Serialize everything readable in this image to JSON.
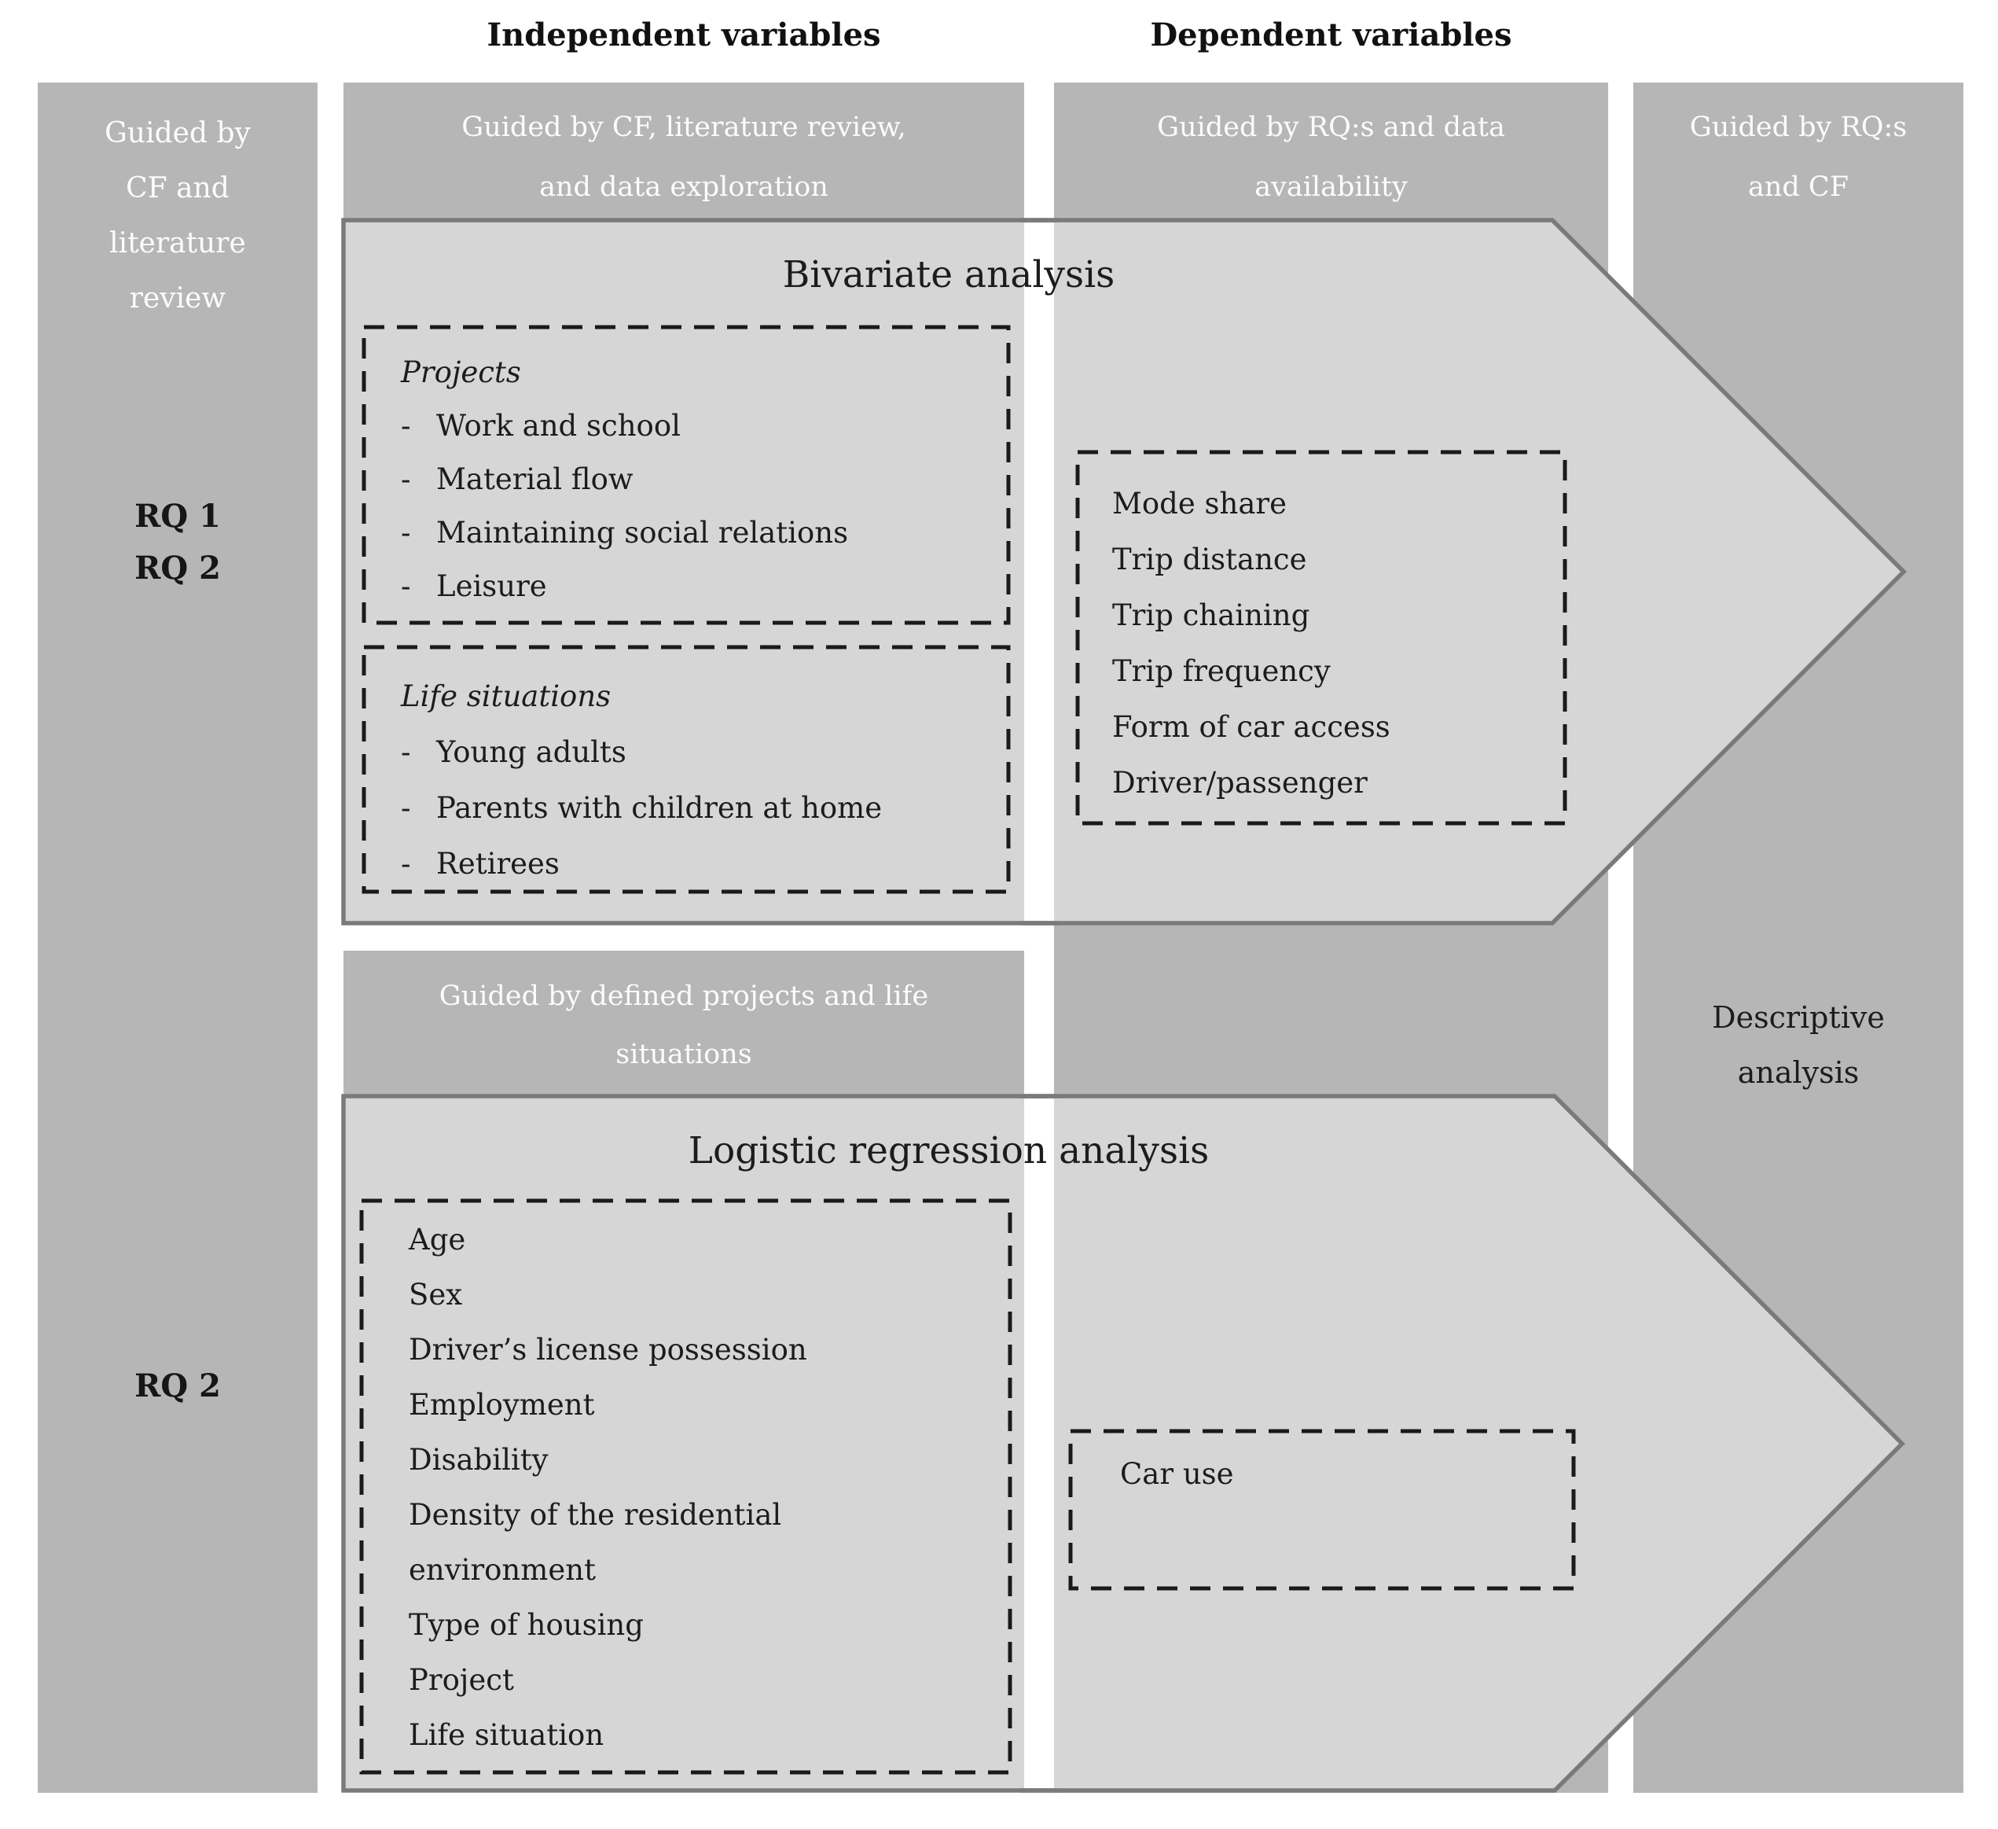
{
  "top_labels": {
    "independent": "Independent variables",
    "dependent": "Dependent variables"
  },
  "left_column": {
    "header_lines": [
      "Guided by",
      "CF and",
      "literature",
      "review"
    ],
    "rq_top": [
      "RQ 1",
      "RQ 2"
    ],
    "rq_bottom": "RQ 2"
  },
  "independent_column": {
    "header_top_lines": [
      "Guided by CF, literature review,",
      "and data exploration"
    ],
    "header_bottom_lines": [
      "Guided by defined projects and life",
      "situations"
    ]
  },
  "dependent_column": {
    "header_lines": [
      "Guided by RQ:s and data",
      "availability"
    ]
  },
  "right_column": {
    "header_lines": [
      "Guided by RQ:s",
      "and CF"
    ],
    "descriptive_lines": [
      "Descriptive",
      "analysis"
    ]
  },
  "bivariate": {
    "title": "Bivariate analysis",
    "projects_label": "Projects",
    "projects_items": [
      "Work and school",
      "Material flow",
      "Maintaining social relations",
      "Leisure"
    ],
    "life_label": "Life situations",
    "life_items": [
      "Young adults",
      "Parents with children at home",
      "Retirees"
    ],
    "dependent_items": [
      "Mode share",
      "Trip distance",
      "Trip chaining",
      "Trip frequency",
      "Form of car access",
      "Driver/passenger"
    ]
  },
  "logistic": {
    "title": "Logistic regression analysis",
    "independent_items": [
      "Age",
      "Sex",
      "Driver’s license possession",
      "Employment",
      "Disability",
      "Density of the residential environment",
      "Type of housing",
      "Project",
      "Life situation"
    ],
    "dependent_item": "Car use"
  },
  "ui": {
    "bullet": "-"
  },
  "colors": {
    "column_gray": "#b6b6b6",
    "arrow_fill": "#d6d6d6",
    "arrow_border": "#7a7a7a",
    "dash_border": "#1a1a1a",
    "text_black": "#1c1c1c",
    "text_white": "#fcfcfc"
  }
}
